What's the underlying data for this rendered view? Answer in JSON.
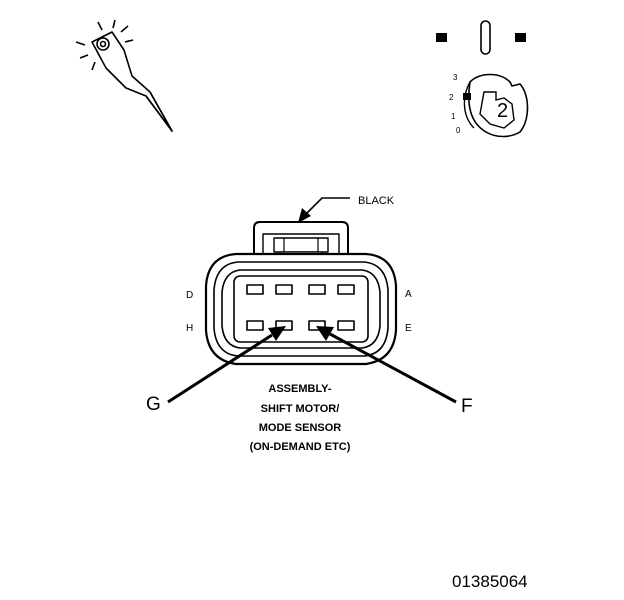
{
  "connector": {
    "color_callout": "BLACK",
    "pin_labels_left": [
      "D",
      "H"
    ],
    "pin_labels_right": [
      "A",
      "E"
    ],
    "callout_left": "G",
    "callout_right": "F",
    "title_lines": [
      "ASSEMBLY-",
      "SHIFT MOTOR/",
      "MODE SENSOR",
      "(ON-DEMAND ETC)"
    ]
  },
  "ignition": {
    "positions": [
      "3",
      "2",
      "1",
      "0"
    ],
    "key_position": "2"
  },
  "figure_id": "01385064",
  "icons": {
    "probe": "test-probe-icon",
    "switch": "switch-symbol-icon",
    "ignition": "ignition-key-icon"
  }
}
